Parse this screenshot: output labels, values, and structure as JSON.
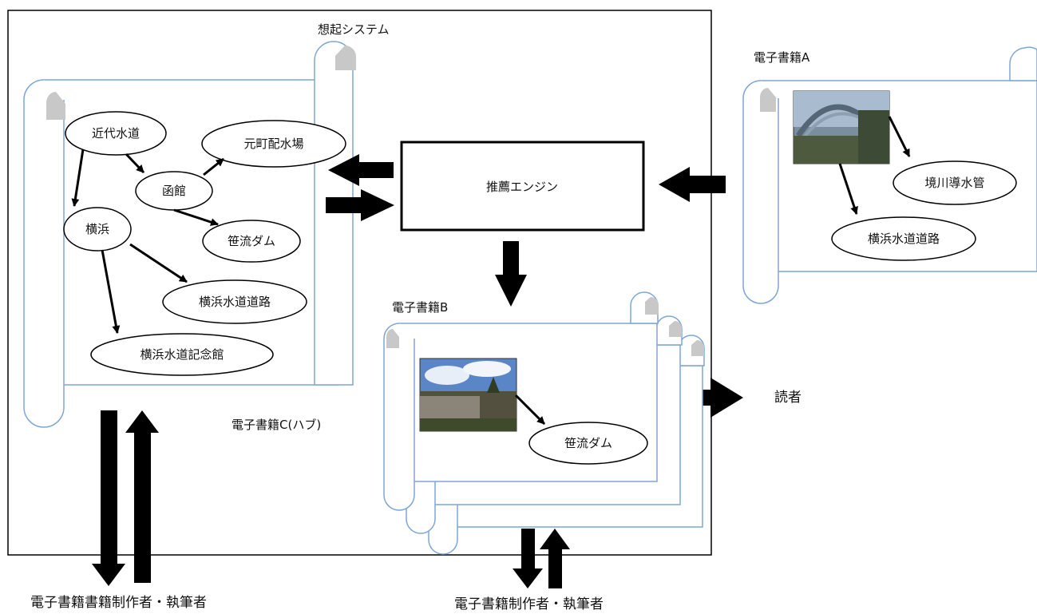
{
  "system_label": "想起システム",
  "hub": {
    "label": "電子書籍C(ハブ)",
    "nodes": {
      "kindai": "近代水道",
      "hakodate": "函館",
      "motomachi": "元町配水場",
      "sasanagare": "笹流ダム",
      "yokohama": "横浜",
      "suidou_douro": "横浜水道道路",
      "kinenkan": "横浜水道記念館"
    }
  },
  "engine_label": "推薦エンジン",
  "book_a": {
    "label": "電子書籍A",
    "nodes": {
      "sakaigawa": "境川導水管",
      "suidou_douro": "横浜水道道路"
    }
  },
  "book_b": {
    "label": "電子書籍B",
    "nodes": {
      "sasanagare": "笹流ダム"
    }
  },
  "reader_label": "読者",
  "bottom_left_label": "電子書籍書籍制作者・執筆者",
  "bottom_center_label": "電子書籍制作者・執筆者",
  "colors": {
    "scroll_stroke": "#7ea6d6",
    "curl_fill": "#c8c8c8",
    "ink": "#000000"
  }
}
